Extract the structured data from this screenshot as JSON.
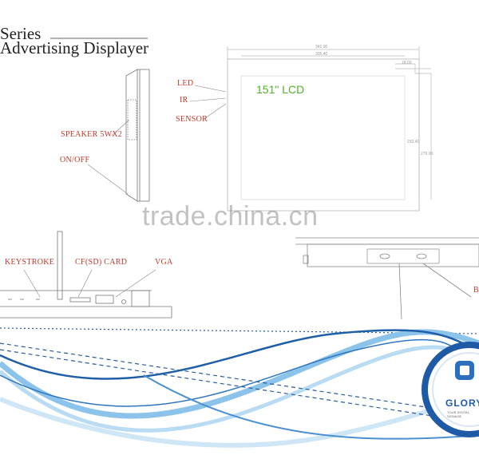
{
  "header": {
    "series": "Series",
    "product": "Advertising Displayer"
  },
  "callouts": {
    "led": "LED",
    "ir": "IR",
    "sensor": "SENSOR",
    "speaker": "SPEAKER 5WX2",
    "onoff": "ON/OFF",
    "keystroke": "KEYSTROKE",
    "cf_card": "CF(SD) CARD",
    "vga": "VGA",
    "bracket": "B"
  },
  "lcd": {
    "label": "151\" LCD"
  },
  "dimensions": {
    "width_outer": "341.00",
    "width_inner": "305.40",
    "height_inner": "232.40",
    "height_outer": "279.00",
    "bezel": "18.00"
  },
  "watermark": "trade.china.cn",
  "logo": {
    "brand": "GLORY",
    "tagline": "YOUR DIGITAL SIGNAGE"
  },
  "colors": {
    "callout": "#c0392b",
    "lcd_label": "#4fb32a",
    "wave_dark": "#1f5fa8",
    "wave_light": "#8cc3ea",
    "logo_ring": "#1e5aa6"
  }
}
